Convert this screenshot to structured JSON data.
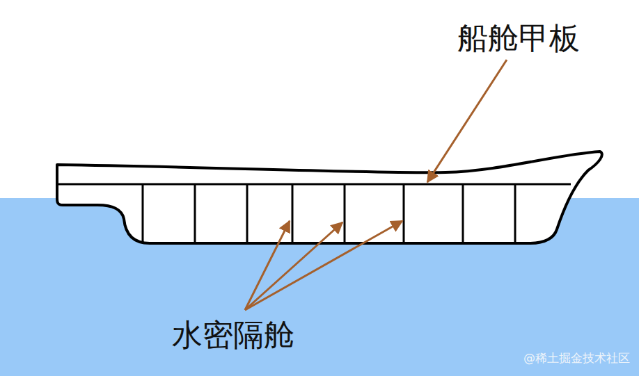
{
  "diagram": {
    "labels": [
      "船舱甲板",
      "水密隔舱",
      "@稀土掘金技术社区"
    ]
  }
}
